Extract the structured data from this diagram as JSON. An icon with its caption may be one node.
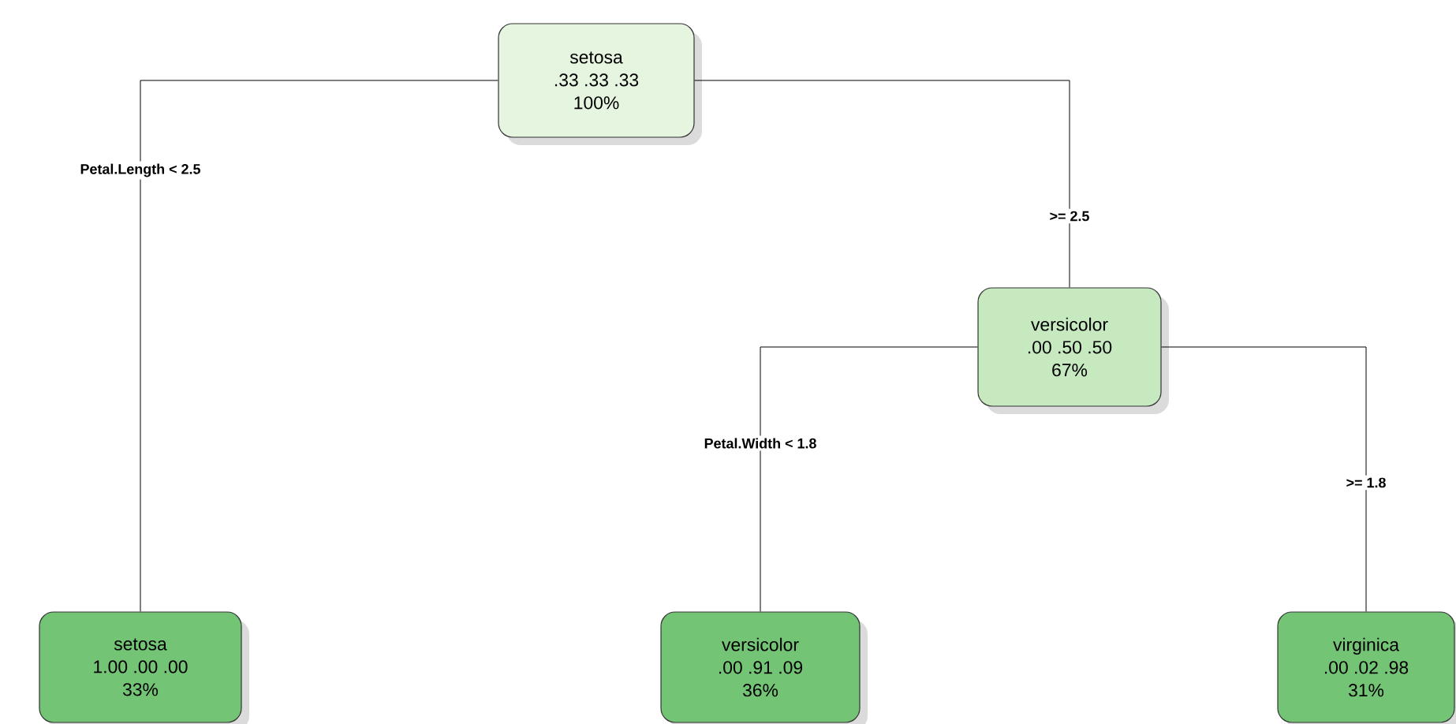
{
  "diagram": {
    "nodes": [
      {
        "text": [
          "setosa",
          ".33 .33 .33",
          "100%"
        ]
      },
      {
        "text": [
          "versicolor",
          ".00 .50 .50",
          "67%"
        ]
      },
      {
        "text": [
          "setosa",
          "1.00 .00 .00",
          "33%"
        ]
      },
      {
        "text": [
          "versicolor",
          ".00 .91 .09",
          "36%"
        ]
      },
      {
        "text": [
          "virginica",
          ".00 .02 .98",
          "31%"
        ]
      }
    ],
    "edges": [
      {
        "from": 0,
        "to": 2,
        "arrow": "none",
        "label": "Petal.Length < 2.5"
      },
      {
        "from": 0,
        "to": 1,
        "arrow": "none",
        "label": ">= 2.5"
      },
      {
        "from": 1,
        "to": 3,
        "arrow": "none",
        "label": "Petal.Width < 1.8"
      },
      {
        "from": 1,
        "to": 4,
        "arrow": "none",
        "label": ">= 1.8"
      }
    ]
  }
}
